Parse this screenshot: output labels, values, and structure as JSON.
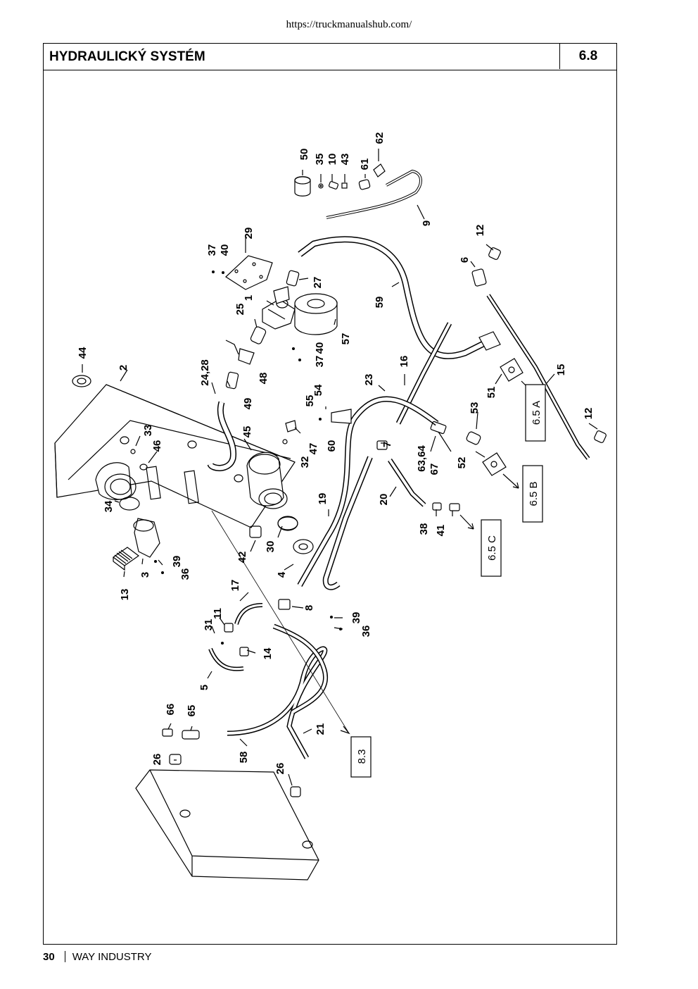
{
  "source_url": "https://truckmanualshub.com/",
  "header": {
    "title": "HYDRAULICKÝ SYSTÉM",
    "section": "6.8"
  },
  "footer": {
    "page": "30",
    "company": "WAY INDUSTRY"
  },
  "refs": {
    "r65a": "6.5 A",
    "r65b": "6.5 B",
    "r65c": "6.5 C",
    "r83": "8.3"
  },
  "parts": {
    "p50": "50",
    "p35": "35",
    "p10": "10",
    "p43": "43",
    "p61": "61",
    "p62": "62",
    "p9": "9",
    "p37a": "37",
    "p40a": "40",
    "p29": "29",
    "p27": "27",
    "p1": "1",
    "p25": "25",
    "p57": "57",
    "p40b": "40",
    "p37b": "37",
    "p48": "48",
    "p59": "59",
    "p12a": "12",
    "p6": "6",
    "p44": "44",
    "p2": "2",
    "p2428": "24,28",
    "p49": "49",
    "p16": "16",
    "p23": "23",
    "p15": "15",
    "p51": "51",
    "p55": "55",
    "p54": "54",
    "p60": "60",
    "p53": "53",
    "p12b": "12",
    "p33": "33",
    "p46": "46",
    "p45": "45",
    "p47": "47",
    "p32": "32",
    "p7": "7",
    "p6364": "63,64",
    "p67": "67",
    "p52": "52",
    "p34": "34",
    "p19": "19",
    "p20": "20",
    "p38": "38",
    "p41": "41",
    "p39a": "39",
    "p36a": "36",
    "p3": "3",
    "p13": "13",
    "p42": "42",
    "p30": "30",
    "p4": "4",
    "p17": "17",
    "p8": "8",
    "p39b": "39",
    "p36b": "36",
    "p11": "11",
    "p31": "31",
    "p14": "14",
    "p5": "5",
    "p66": "66",
    "p65": "65",
    "p21": "21",
    "p26a": "26",
    "p58": "58",
    "p26b": "26"
  }
}
